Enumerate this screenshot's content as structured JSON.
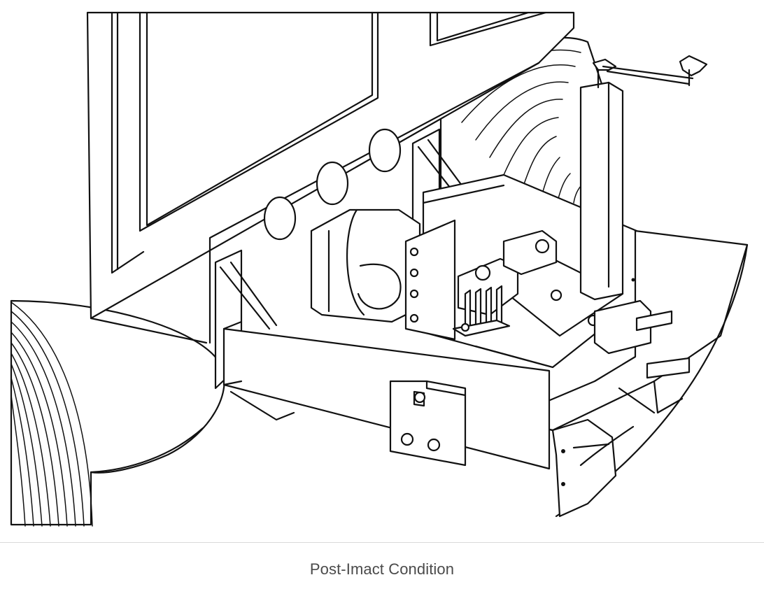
{
  "figure": {
    "caption": "Post-Imact Condition",
    "icons": [
      "trailer-body",
      "wheel",
      "hitch-jack",
      "hitch-coupler",
      "safety-chain",
      "bumper-bracket"
    ]
  },
  "colors": {
    "background": "#ffffff",
    "line": "#111111",
    "caption_text": "#4a4a4a",
    "divider": "#d9d9d9"
  }
}
